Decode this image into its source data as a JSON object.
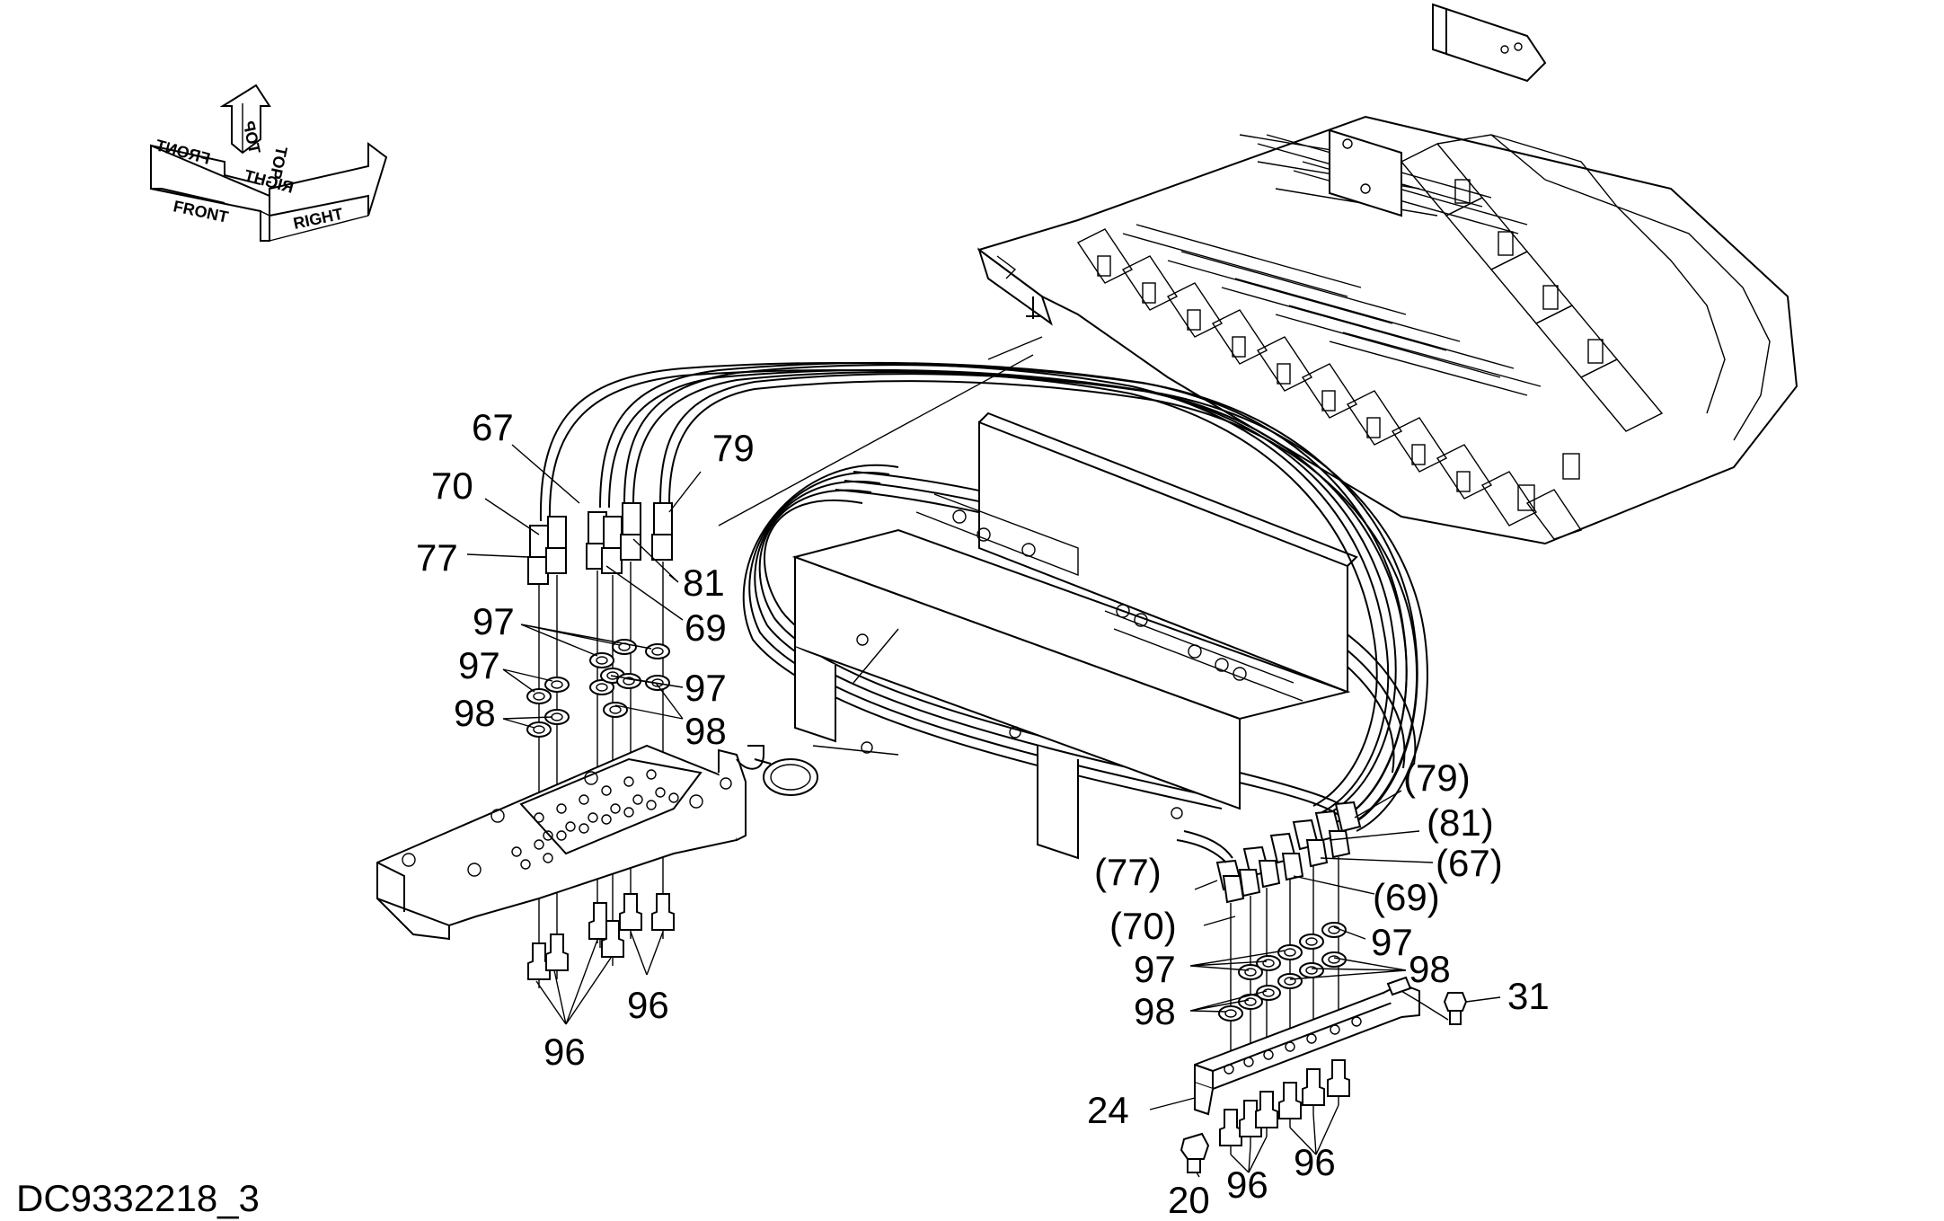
{
  "document_id": "DC9332218_3",
  "orientation": {
    "top_label": "TOP",
    "front_label": "FRONT",
    "right_label": "RIGHT",
    "front_label_mirrored": "FRONT",
    "top_label_mirrored": "TOP",
    "right_label_mirrored": "RIGHT"
  },
  "callouts": {
    "c67": "67",
    "c70": "70",
    "c77": "77",
    "c79": "79",
    "c81": "81",
    "c69": "69",
    "c97_a": "97",
    "c97_b": "97",
    "c97_c": "97",
    "c98_a": "98",
    "c98_b": "98",
    "c96_a": "96",
    "c96_b": "96",
    "p79": "(79)",
    "p81": "(81)",
    "p67": "(67)",
    "p77": "(77)",
    "p69": "(69)",
    "p70": "(70)",
    "c97_d": "97",
    "c97_e": "97",
    "c98_c": "98",
    "c98_d": "98",
    "c31": "31",
    "c24": "24",
    "c20": "20",
    "c96_c": "96",
    "c96_d": "96"
  }
}
